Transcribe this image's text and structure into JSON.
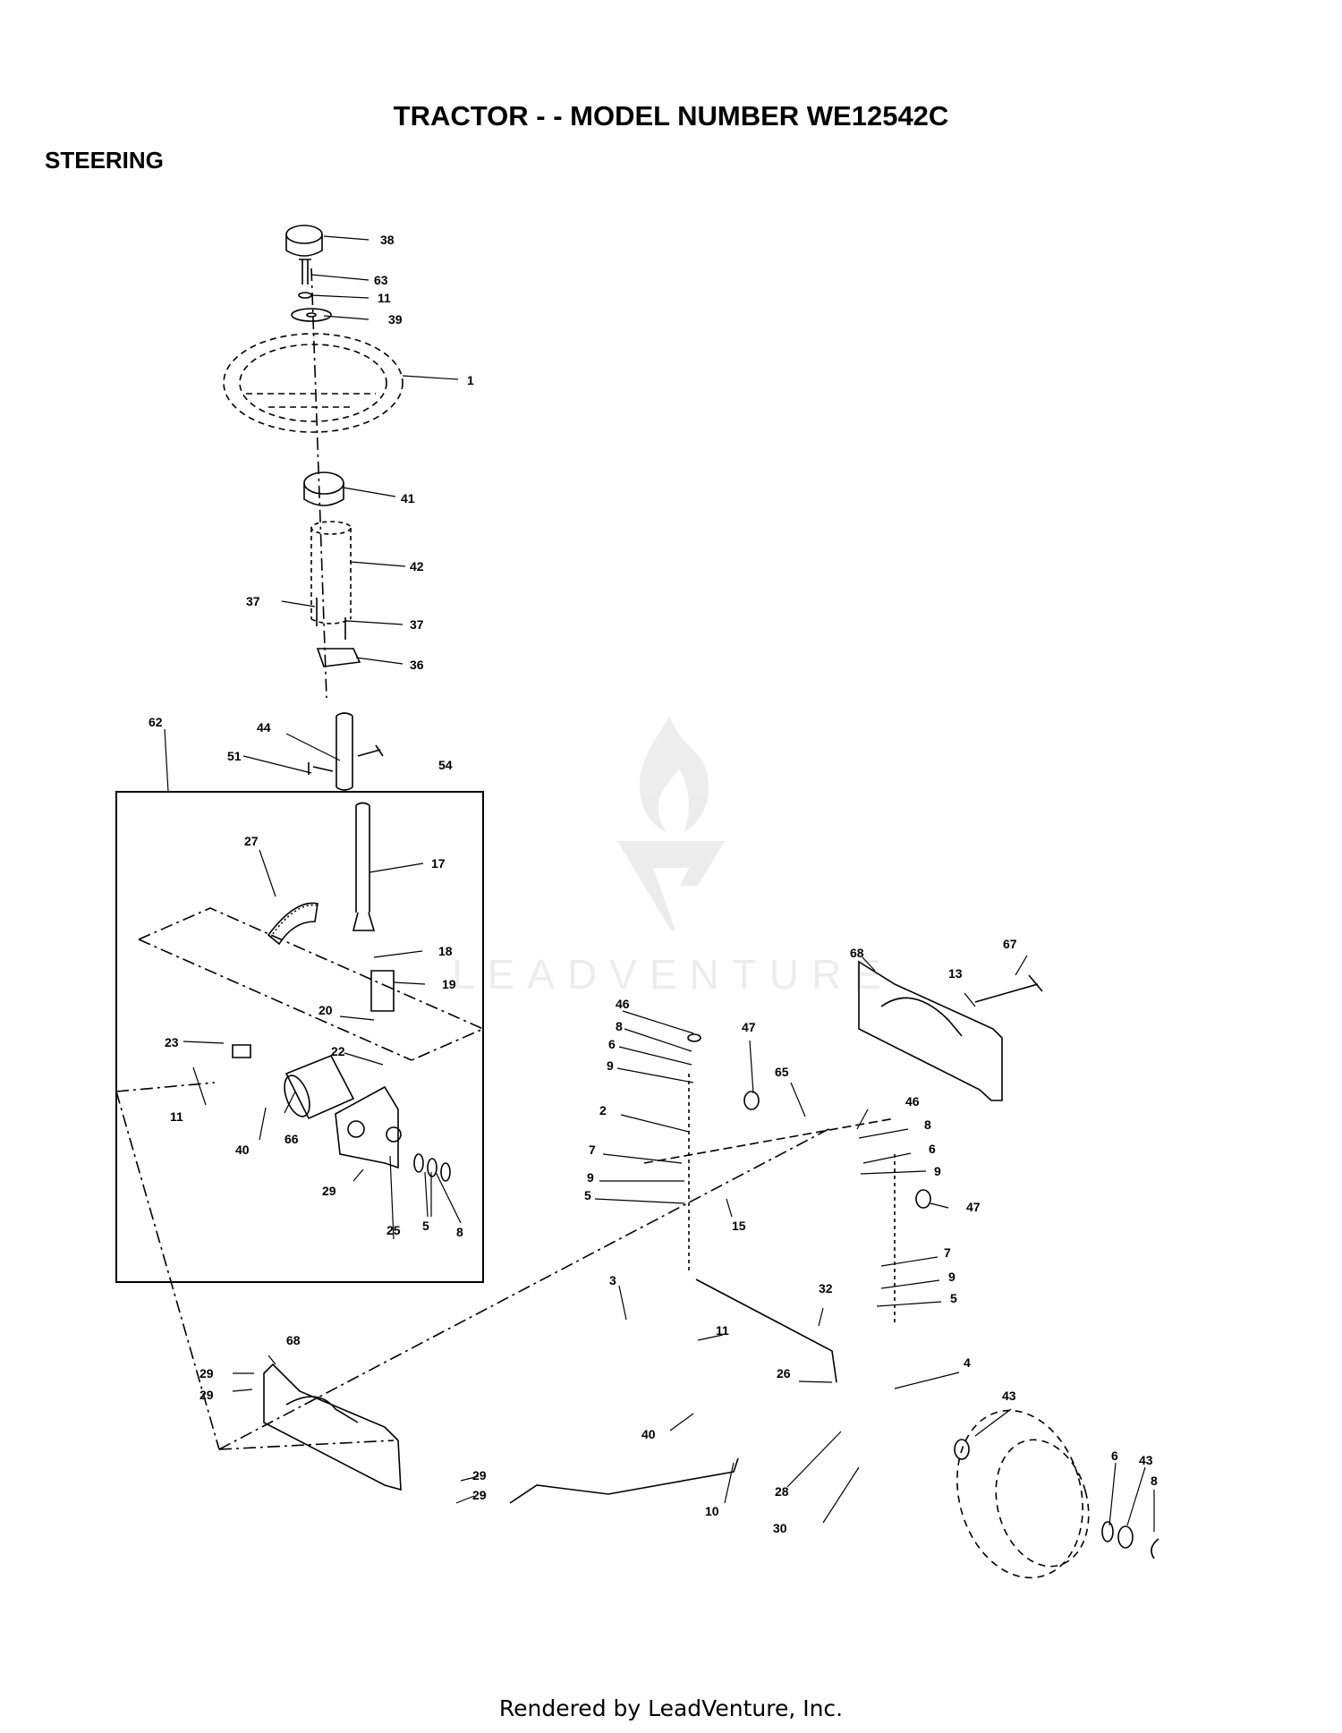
{
  "title": "TRACTOR - - MODEL NUMBER WE12542C",
  "section": "STEERING",
  "watermark": "LEADVENTURE",
  "footer": "Rendered by LeadVenture, Inc.",
  "callouts": [
    "38",
    "63",
    "11",
    "39",
    "1",
    "41",
    "42",
    "37",
    "37",
    "36",
    "62",
    "44",
    "51",
    "54",
    "17",
    "27",
    "18",
    "19",
    "20",
    "22",
    "23",
    "11",
    "40",
    "66",
    "29",
    "25",
    "5",
    "8",
    "68",
    "67",
    "13",
    "46",
    "8",
    "6",
    "9",
    "47",
    "2",
    "65",
    "7",
    "9",
    "5",
    "15",
    "46",
    "8",
    "6",
    "9",
    "47",
    "7",
    "9",
    "5",
    "3",
    "32",
    "11",
    "4",
    "26",
    "68",
    "29",
    "29",
    "40",
    "28",
    "43",
    "30",
    "10",
    "29",
    "29",
    "6",
    "43",
    "8"
  ]
}
